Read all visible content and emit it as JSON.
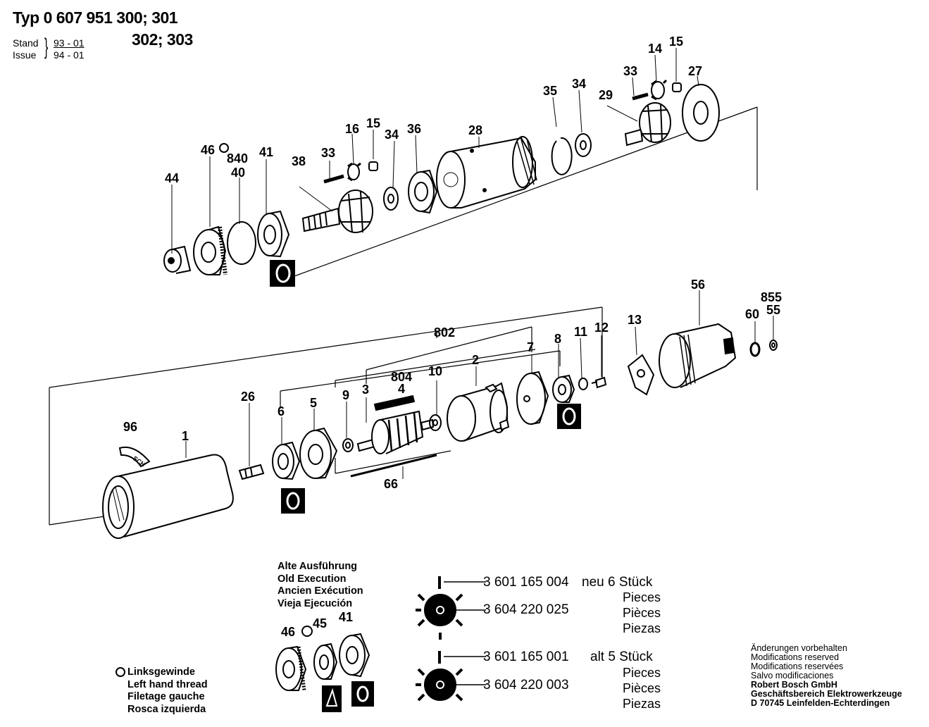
{
  "header": {
    "title_line1": "Typ 0 607 951 300; 301",
    "title_line2": "302; 303",
    "stand_label": "Stand",
    "stand_value": "93 - 01",
    "issue_label": "Issue",
    "issue_value": "94 - 01"
  },
  "part_labels": {
    "p1": "1",
    "p2": "2",
    "p3": "3",
    "p4": "4",
    "p5": "5",
    "p6": "6",
    "p7": "7",
    "p8": "8",
    "p9": "9",
    "p10": "10",
    "p11": "11",
    "p12": "12",
    "p13": "13",
    "p14": "14",
    "p15a": "15",
    "p15b": "15",
    "p16": "16",
    "p26": "26",
    "p27": "27",
    "p28": "28",
    "p29": "29",
    "p33a": "33",
    "p33b": "33",
    "p34a": "34",
    "p34b": "34",
    "p35": "35",
    "p36": "36",
    "p38": "38",
    "p40": "40",
    "p41": "41",
    "p44": "44",
    "p46": "46",
    "p55": "55",
    "p56": "56",
    "p60": "60",
    "p66": "66",
    "p96": "96",
    "p802": "802",
    "p804": "804",
    "p840": "840",
    "p855": "855",
    "old45": "45",
    "old41": "41",
    "old46": "46"
  },
  "old_execution": {
    "lines": [
      "Alte Ausführung",
      "Old Execution",
      "Ancien Exécution",
      "Vieja Ejecución"
    ]
  },
  "left_hand_thread": {
    "lines": [
      "Linksgewinde",
      "Left hand thread",
      "Filetage gauche",
      "Rosca izquierda"
    ]
  },
  "vane_sets": [
    {
      "code_a": "3 601 165 004",
      "qty_label": "neu 6 Stück",
      "code_b": "3 604 220 025",
      "words": [
        "Pieces",
        "Pièces",
        "Piezas"
      ]
    },
    {
      "code_a": "3 601 165 001",
      "qty_label": "alt 5 Stück",
      "code_b": "3 604 220 003",
      "words": [
        "Pieces",
        "Pièces",
        "Piezas"
      ]
    }
  ],
  "footer": {
    "lines": [
      "Änderungen vorbehalten",
      "Modifications reserved",
      "Modifications reservées",
      "Salvo modificaciones"
    ],
    "company": [
      "Robert Bosch GmbH",
      "Geschäftsbereich Elektrowerkzeuge",
      "D 70745 Leinfelden-Echterdingen"
    ]
  },
  "colors": {
    "ink": "#000000",
    "paper": "#ffffff"
  }
}
